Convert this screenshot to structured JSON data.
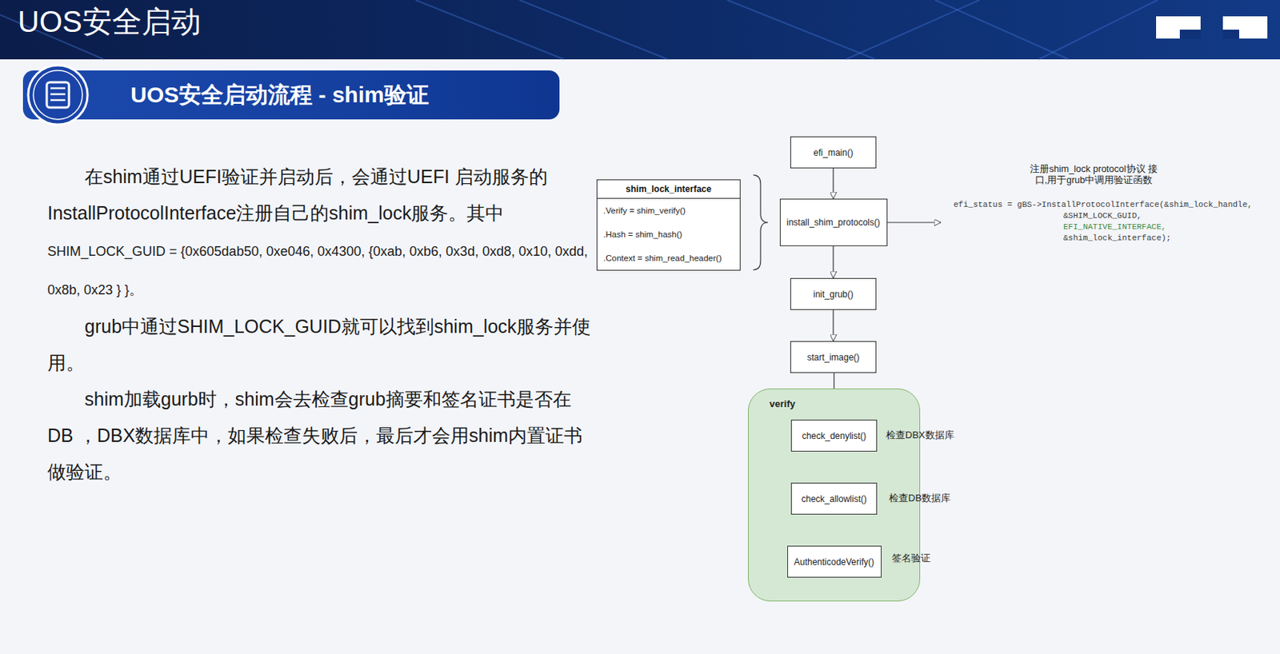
{
  "diagram": {
    "title": "UOS安全启动",
    "nodes": [
      {
        "text": [
          "UOS安全启动流程 - shim验证"
        ]
      },
      {
        "text": [
          "efi_main()"
        ]
      },
      {
        "text": [
          "shim_lock_interface",
          ".Verify = shim_verify()",
          ".Hash = shim_hash()",
          ".Context = shim_read_header()"
        ]
      },
      {
        "text": [
          "install_shim_protocols()"
        ]
      },
      {
        "text": [
          "init_grub()"
        ]
      },
      {
        "text": [
          "start_image()"
        ]
      },
      {
        "text": [
          "verify"
        ]
      },
      {
        "text": [
          "check_denylist()"
        ],
        "in": 6
      },
      {
        "text": [
          "check_allowlist()"
        ],
        "in": 6
      },
      {
        "text": [
          "AuthenticodeVerify()"
        ],
        "in": 6
      }
    ],
    "edges": [
      {
        "from": 1,
        "to": 3,
        "arrow": "to"
      },
      {
        "from": 3,
        "to": 4,
        "arrow": "to"
      },
      {
        "from": 4,
        "to": 5,
        "arrow": "to"
      },
      {
        "from": 5,
        "to": 7,
        "arrow": "to"
      },
      {
        "from": 7,
        "to": 8,
        "arrow": "to"
      },
      {
        "from": 8,
        "to": 9,
        "arrow": "to"
      }
    ],
    "labels": [
      "在shim通过UEFI验证并启动后，会通过UEFI 启动服务的InstallProtocolInterface注册自己的shim_lock服务。其中",
      "SHIM_LOCK_GUID = {0x605dab50, 0xe046, 0x4300, {0xab, 0xb6, 0x3d, 0xd8, 0x10, 0xdd, 0x8b, 0x23 } }。",
      "grub中通过SHIM_LOCK_GUID就可以找到shim_lock服务并使用。",
      "shim加载gurb时，shim会去检查grub摘要和签名证书是否在DB ，DBX数据库中，如果检查失败后，最后才会用shim内置证书做验证。",
      "注册shim_lock protocol协议 接口,用于grub中调用验证函数",
      "efi_status = gBS->InstallProtocolInterface(&shim_lock_handle,",
      "&SHIM_LOCK_GUID,",
      "EFI_NATIVE_INTERFACE,",
      "&shim_lock_interface);",
      "检查DBX数据库",
      "检查DB数据库",
      "签名验证"
    ]
  }
}
